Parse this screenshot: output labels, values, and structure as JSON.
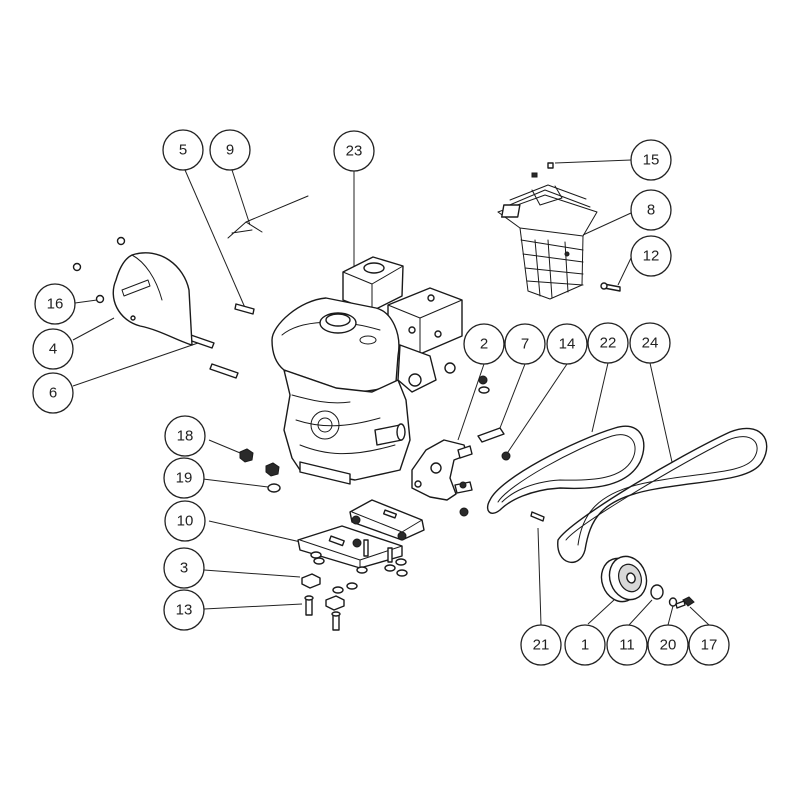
{
  "diagram": {
    "callouts": [
      {
        "id": "c5",
        "label": "5"
      },
      {
        "id": "c9",
        "label": "9"
      },
      {
        "id": "c23",
        "label": "23"
      },
      {
        "id": "c15",
        "label": "15"
      },
      {
        "id": "c8",
        "label": "8"
      },
      {
        "id": "c12",
        "label": "12"
      },
      {
        "id": "c16",
        "label": "16"
      },
      {
        "id": "c4",
        "label": "4"
      },
      {
        "id": "c6",
        "label": "6"
      },
      {
        "id": "c2",
        "label": "2"
      },
      {
        "id": "c7",
        "label": "7"
      },
      {
        "id": "c14",
        "label": "14"
      },
      {
        "id": "c22",
        "label": "22"
      },
      {
        "id": "c24",
        "label": "24"
      },
      {
        "id": "c18",
        "label": "18"
      },
      {
        "id": "c19",
        "label": "19"
      },
      {
        "id": "c10",
        "label": "10"
      },
      {
        "id": "c3",
        "label": "3"
      },
      {
        "id": "c13",
        "label": "13"
      },
      {
        "id": "c21",
        "label": "21"
      },
      {
        "id": "c1",
        "label": "1"
      },
      {
        "id": "c11",
        "label": "11"
      },
      {
        "id": "c20",
        "label": "20"
      },
      {
        "id": "c17",
        "label": "17"
      }
    ]
  }
}
